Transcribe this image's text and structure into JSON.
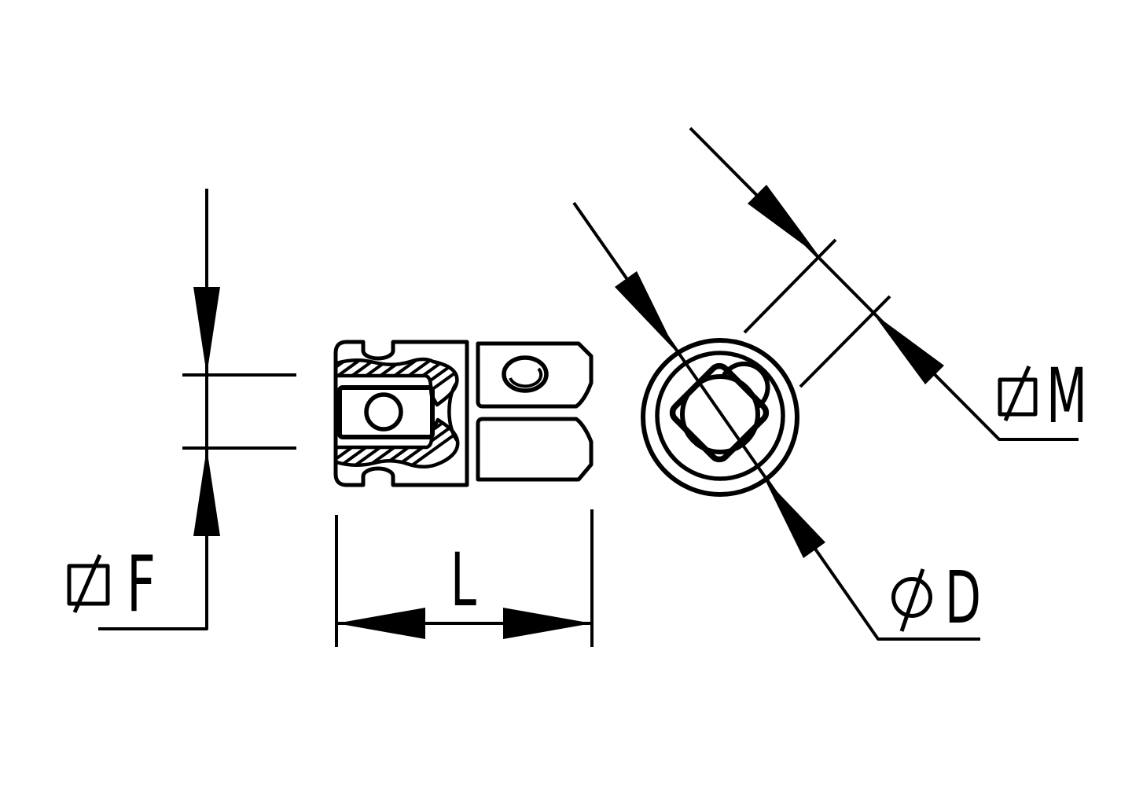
{
  "page": {
    "type": "technical-drawing",
    "background": "#ffffff",
    "ink": "#000000"
  },
  "views": {
    "side_view": "socket adapter side profile with knurled collar, detent hole, cross pin hole and square drive end",
    "end_view": "square drive end view with concentric outer circles, square socket and detent ball"
  },
  "labels": {
    "f": {
      "symbol": "diameter",
      "letter": "F"
    },
    "l": {
      "symbol": "none",
      "letter": "L"
    },
    "m": {
      "symbol": "diameter",
      "letter": "M"
    },
    "d": {
      "symbol": "diameter",
      "letter": "D"
    }
  }
}
